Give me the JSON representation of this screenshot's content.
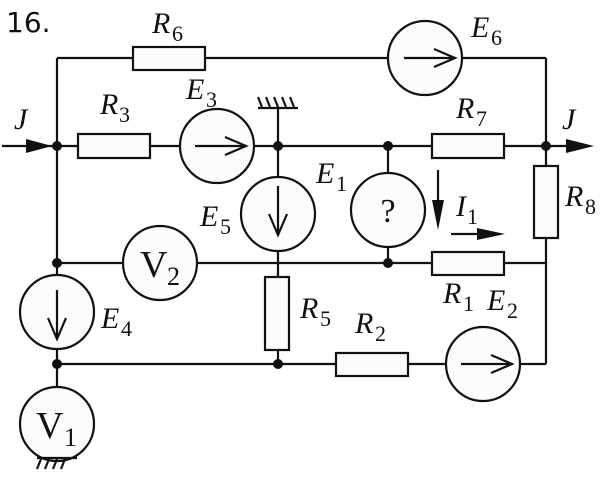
{
  "problem_number": "16.",
  "labels": {
    "J_in": {
      "main": "J",
      "sub": ""
    },
    "J_out": {
      "main": "J",
      "sub": ""
    },
    "R6": {
      "main": "R",
      "sub": "6"
    },
    "E6": {
      "main": "E",
      "sub": "6"
    },
    "R3": {
      "main": "R",
      "sub": "3"
    },
    "E3": {
      "main": "E",
      "sub": "3"
    },
    "R7": {
      "main": "R",
      "sub": "7"
    },
    "E1": {
      "main": "E",
      "sub": "1"
    },
    "E5": {
      "main": "E",
      "sub": "5"
    },
    "R8": {
      "main": "R",
      "sub": "8"
    },
    "I1": {
      "main": "I",
      "sub": "1"
    },
    "R1": {
      "main": "R",
      "sub": "1"
    },
    "E2": {
      "main": "E",
      "sub": "2"
    },
    "R5": {
      "main": "R",
      "sub": "5"
    },
    "R2": {
      "main": "R",
      "sub": "2"
    },
    "E4": {
      "main": "E",
      "sub": "4"
    }
  },
  "meters": {
    "V1": {
      "main": "V",
      "sub": "1"
    },
    "V2": {
      "main": "V",
      "sub": "2"
    }
  },
  "unknown_source_symbol": "?"
}
